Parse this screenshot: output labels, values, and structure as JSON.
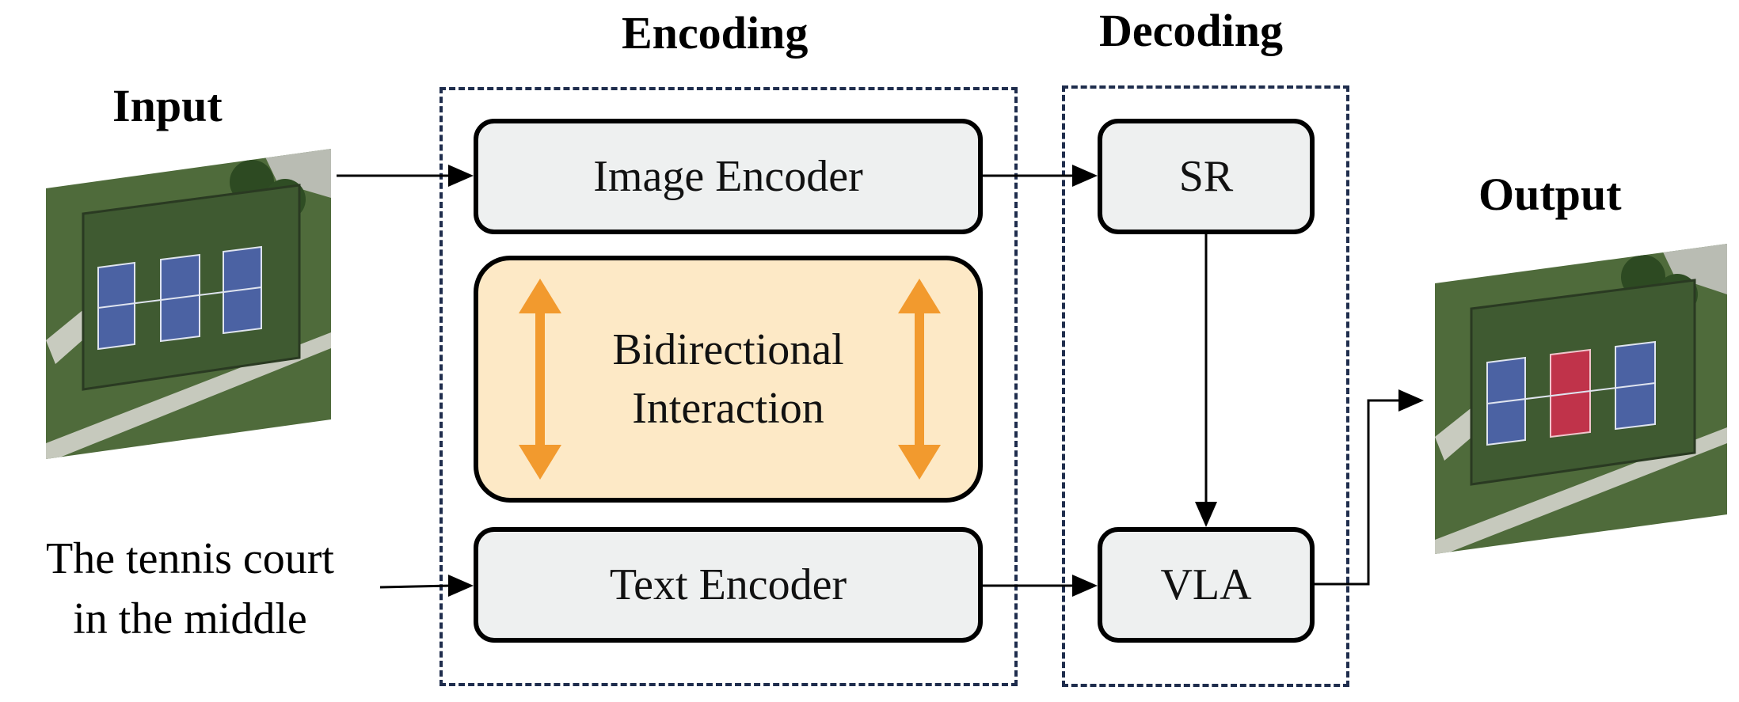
{
  "headings": {
    "input": "Input",
    "output": "Output",
    "encoding": "Encoding",
    "decoding": "Decoding"
  },
  "blocks": {
    "image_encoder": "Image Encoder",
    "bidirectional_line1": "Bidirectional",
    "bidirectional_line2": "Interaction",
    "text_encoder": "Text Encoder",
    "sr": "SR",
    "vla": "VLA"
  },
  "query_text": {
    "line1": "The tennis court",
    "line2": "in the middle"
  },
  "colors": {
    "block_fill": "#eef0f0",
    "interaction_fill": "#fde9c6",
    "interaction_arrow": "#f29a2e",
    "dashed_border": "#1f2d4d",
    "court_blue": "#4b62a3",
    "court_highlight": "#c0334a",
    "grass": "#4f6b3b"
  }
}
